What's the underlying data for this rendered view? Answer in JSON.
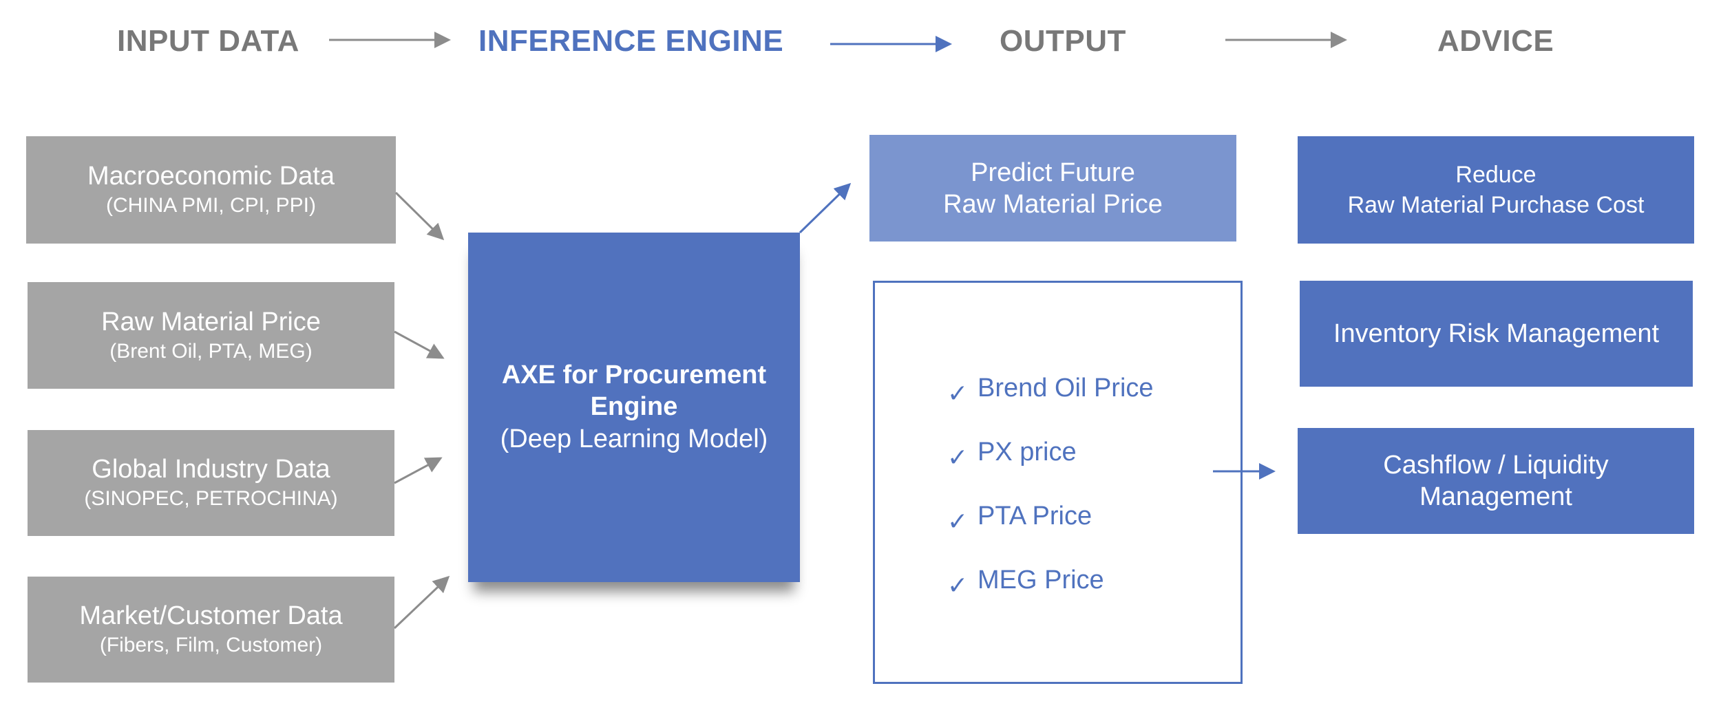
{
  "headers": {
    "input": "INPUT DATA",
    "engine": "INFERENCE ENGINE",
    "output": "OUTPUT",
    "advice": "ADVICE"
  },
  "inputs": [
    {
      "title": "Macroeconomic Data",
      "detail": "(CHINA PMI, CPI, PPI)"
    },
    {
      "title": "Raw Material Price",
      "detail": "(Brent Oil, PTA, MEG)"
    },
    {
      "title": "Global Industry Data",
      "detail": "(SINOPEC, PETROCHINA)"
    },
    {
      "title": "Market/Customer Data",
      "detail": "(Fibers, Film, Customer)"
    }
  ],
  "engine": {
    "title": "AXE for Procurement Engine",
    "subtitle": "(Deep Learning Model)"
  },
  "output": {
    "predict_line1": "Predict Future",
    "predict_line2": "Raw Material Price",
    "check_glyph": "✓",
    "items": [
      "Brend Oil Price",
      "PX price",
      "PTA Price",
      "MEG Price"
    ]
  },
  "advice": [
    {
      "line1": "Reduce",
      "line2": "Raw Material Purchase Cost"
    },
    {
      "line1": "Inventory Risk Management"
    },
    {
      "line1": "Cashflow / Liquidity",
      "line2": "Management"
    }
  ],
  "colors": {
    "accent_blue": "#4f72be",
    "box_blue": "#5172be",
    "light_blue": "#7b95cf",
    "gray_box": "#a5a5a5",
    "header_gray": "#787878",
    "arrow_gray": "#8c8c8c"
  }
}
